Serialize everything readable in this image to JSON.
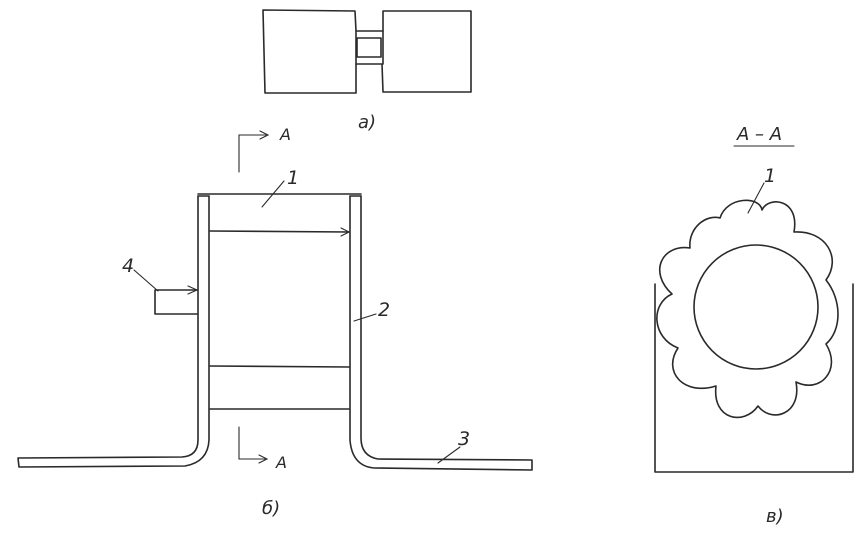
{
  "labels": {
    "fig_a": "а)",
    "fig_b": "б)",
    "fig_v": "в)",
    "section_title": "А – А",
    "section_mark_top": "А",
    "section_mark_bottom": "А",
    "part_1": "1",
    "part_2": "2",
    "part_3": "3",
    "part_4": "4",
    "section_part_1": "1"
  },
  "colors": {
    "ink": "#2a2a2a",
    "background": "#ffffff"
  }
}
